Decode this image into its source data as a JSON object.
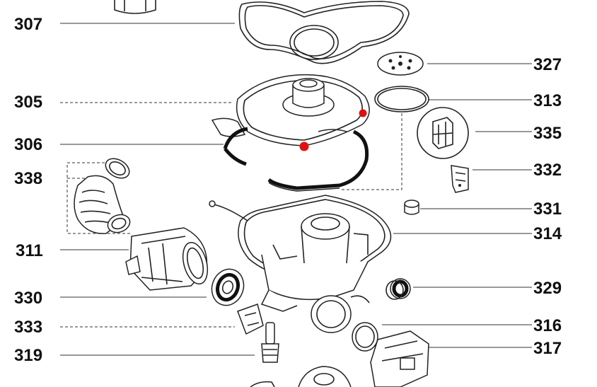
{
  "diagram": {
    "labels": [
      {
        "id": "307",
        "text": "307"
      },
      {
        "id": "305",
        "text": "305"
      },
      {
        "id": "306",
        "text": "306"
      },
      {
        "id": "338",
        "text": "338"
      },
      {
        "id": "311",
        "text": "311"
      },
      {
        "id": "330",
        "text": "330"
      },
      {
        "id": "333",
        "text": "333"
      },
      {
        "id": "319",
        "text": "319"
      },
      {
        "id": "327",
        "text": "327"
      },
      {
        "id": "313",
        "text": "313"
      },
      {
        "id": "335",
        "text": "335"
      },
      {
        "id": "332",
        "text": "332"
      },
      {
        "id": "331",
        "text": "331"
      },
      {
        "id": "314",
        "text": "314"
      },
      {
        "id": "329",
        "text": "329"
      },
      {
        "id": "316",
        "text": "316"
      },
      {
        "id": "317",
        "text": "317"
      }
    ],
    "colors": {
      "ink": "#111111",
      "marker": "#e01010",
      "background": "#ffffff"
    }
  }
}
